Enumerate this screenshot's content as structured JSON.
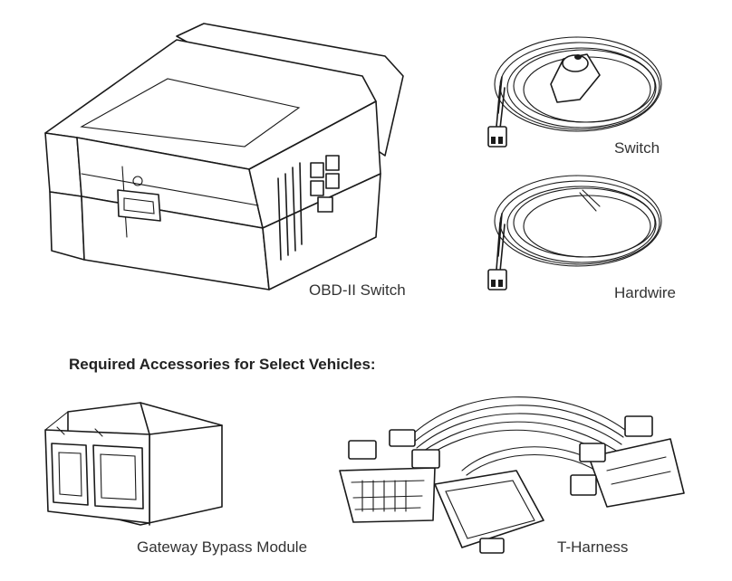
{
  "products": {
    "obd_switch": "OBD-II Switch",
    "switch": "Switch",
    "hardwire": "Hardwire"
  },
  "accessories": {
    "heading": "Required Accessories for Select Vehicles:",
    "gateway": "Gateway Bypass Module",
    "t_harness": "T-Harness"
  }
}
